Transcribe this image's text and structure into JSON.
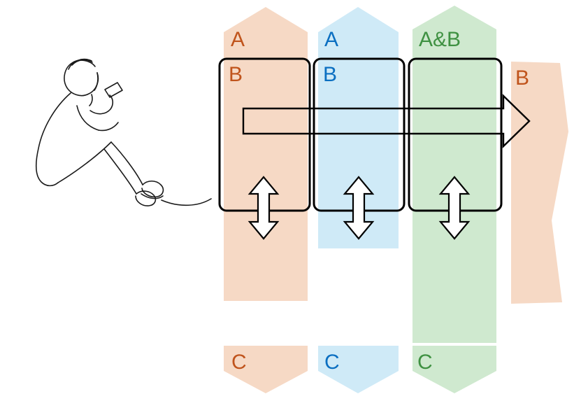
{
  "colors": {
    "orange_band": "#f6d9c5",
    "orange_text": "#c0541c",
    "blue_band": "#cfeaf7",
    "blue_text": "#0b6fc1",
    "green_band": "#cfe9cf",
    "green_text": "#3f9142",
    "outline": "#000000",
    "arrow_fill": "#ffffff",
    "background": "#ffffff"
  },
  "person": {
    "icon": "seated-person-line-drawing"
  },
  "columns": [
    {
      "id": "orange",
      "top_label": "A",
      "box_label": "B",
      "bottom_label": "C"
    },
    {
      "id": "blue",
      "top_label": "A",
      "box_label": "B",
      "bottom_label": "C"
    },
    {
      "id": "green",
      "top_label": "A&B",
      "box_label": "",
      "bottom_label": "C"
    }
  ],
  "right_band": {
    "label": "B"
  }
}
